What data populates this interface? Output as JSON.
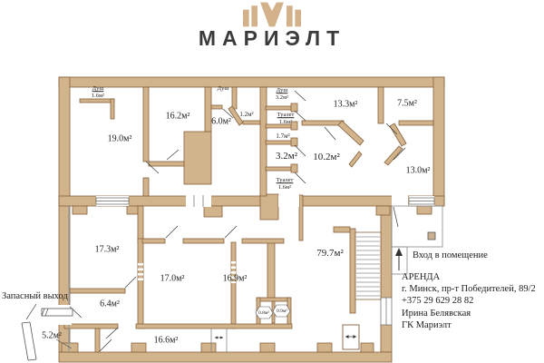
{
  "brand": {
    "name": "МАРИЭЛТ"
  },
  "plan": {
    "rooms": [
      {
        "label": "19.0м²"
      },
      {
        "label": "16.2м²"
      },
      {
        "label": "6.0м²"
      },
      {
        "label": "1.2м²"
      },
      {
        "label": "1.7м²"
      },
      {
        "label": "3.2м²"
      },
      {
        "label": "10.2м²"
      },
      {
        "label": "13.3м²"
      },
      {
        "label": "7.5м²"
      },
      {
        "label": "13.0м²"
      },
      {
        "label": "17.3м²"
      },
      {
        "label": "6.4м²"
      },
      {
        "label": "5.2м²"
      },
      {
        "label": "17.0м²"
      },
      {
        "label": "16.9м²"
      },
      {
        "label": "16.6м²"
      },
      {
        "label": "79.7м²"
      },
      {
        "label": "0.8м²"
      },
      {
        "label": "0.9м²"
      }
    ],
    "utilities": [
      {
        "name": "Душ",
        "area": "1.6м²"
      },
      {
        "name": "Душ",
        "area": ""
      },
      {
        "name": "Душ",
        "area": "3.2м²"
      },
      {
        "name": "Туалет",
        "area": "1.6м²"
      },
      {
        "name": "Туалет",
        "area": "1.6м²"
      }
    ],
    "annotations": {
      "emergency_exit": "Запасный выход",
      "entrance": "Вход в помещение"
    }
  },
  "contact": {
    "offer": "АРЕНДА",
    "address": "г. Минск, пр-т Победителей, 89/2",
    "phone": "+375 29 629 28 82",
    "agent": "Ирина Белявская",
    "company": "ГК Мариэлт"
  },
  "colors": {
    "wall": "#d2b48c",
    "wall_outline": "#86603a",
    "logo": "#d3b28b"
  }
}
